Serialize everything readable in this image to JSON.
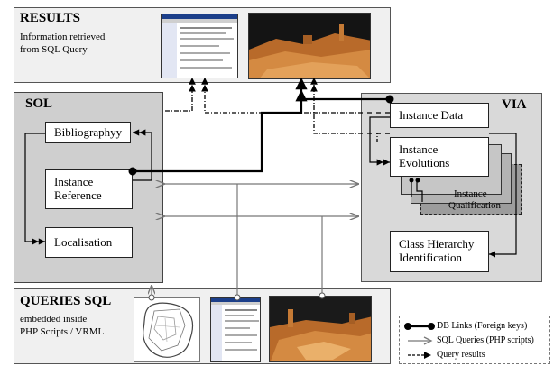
{
  "results": {
    "title": "RESULTS",
    "line1": "Information retrieved",
    "line2": "from SQL Query"
  },
  "sol": {
    "title": "SOL",
    "bibliography": "Bibliographyy",
    "instance_reference_1": "Instance",
    "instance_reference_2": "Reference",
    "localisation": "Localisation"
  },
  "via": {
    "title": "VIA",
    "instance_data": "Instance Data",
    "evolutions_1": "Instance",
    "evolutions_2": "Evolutions",
    "qual_1": "Instance",
    "qual_2": "Qualification",
    "class_1": "Class Hierarchy",
    "class_2": "Identification"
  },
  "queries": {
    "title": "QUERIES SQL",
    "line1": "embedded inside",
    "line2": "PHP Scripts / VRML"
  },
  "legend": {
    "db_links": "DB Links (Foreign keys)",
    "sql_queries": "SQL Queries (PHP scripts)",
    "query_results": "Query results"
  },
  "colors": {
    "panel_gray": "#d9d9d9",
    "panel_light": "#f0f0f0",
    "stack_gray": "#b0b0b0",
    "terrain": "#c8752e",
    "sky": "#1a1a1a"
  }
}
